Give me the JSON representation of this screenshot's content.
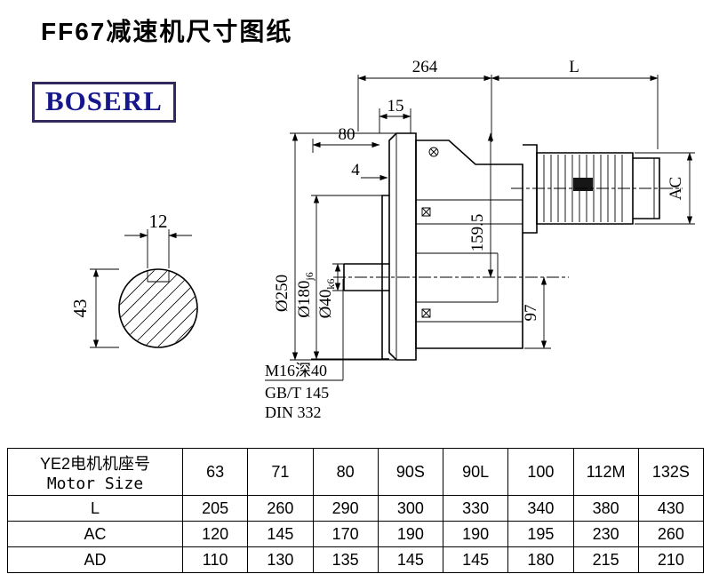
{
  "page": {
    "title": "FF67减速机尺寸图纸",
    "brand": "BOSERL"
  },
  "colors": {
    "brand_text": "#17178c",
    "brand_border": "#33295f",
    "line": "#000000"
  },
  "drawing": {
    "dims": {
      "span264": "264",
      "spanL": "L",
      "d15": "15",
      "d80": "80",
      "d4": "4",
      "ac": "AC",
      "d159": "159.5",
      "d97": "97",
      "d12": "12",
      "d43": "43",
      "dia250": "Ø250",
      "dia180_main": "Ø180",
      "dia180_sub": "j6",
      "dia40_main": "Ø40",
      "dia40_sub": "k6"
    },
    "notes": {
      "line1": "M16深40",
      "line2": "GB/T 145",
      "line3": "DIN 332"
    }
  },
  "table": {
    "header": {
      "cn": "YE2电机机座号",
      "en": "Motor Size"
    },
    "sizes": [
      "63",
      "71",
      "80",
      "90S",
      "90L",
      "100",
      "112M",
      "132S"
    ],
    "rows": [
      {
        "label": "L",
        "values": [
          "205",
          "260",
          "290",
          "300",
          "330",
          "340",
          "380",
          "430"
        ]
      },
      {
        "label": "AC",
        "values": [
          "120",
          "145",
          "170",
          "190",
          "190",
          "195",
          "230",
          "260"
        ]
      },
      {
        "label": "AD",
        "values": [
          "110",
          "130",
          "135",
          "145",
          "145",
          "180",
          "215",
          "210"
        ]
      }
    ]
  }
}
